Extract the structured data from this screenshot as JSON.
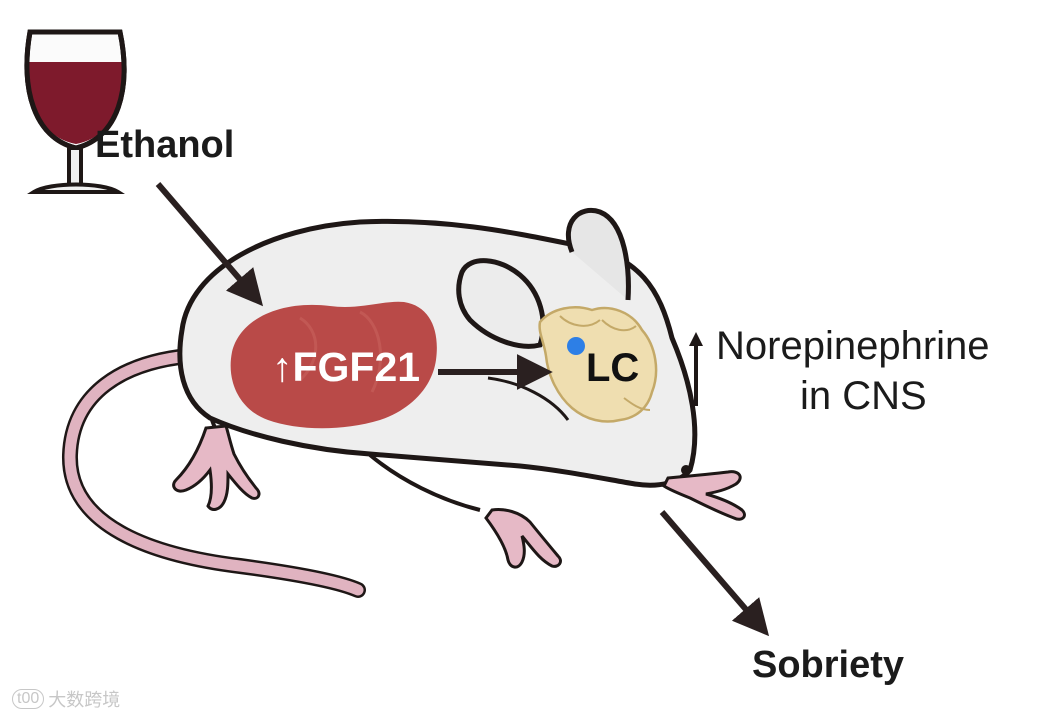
{
  "labels": {
    "ethanol": "Ethanol",
    "fgf21": "FGF21",
    "lc": "LC",
    "norepinephrine_line1": "Norepinephrine",
    "norepinephrine_line2": "in CNS",
    "sobriety": "Sobriety"
  },
  "watermark": {
    "mark": "t00",
    "text": "大数跨境"
  },
  "colors": {
    "wine": "#7e1a2c",
    "liver": "#b94a48",
    "brain": "#efdeb0",
    "lc_dot": "#2d7fe6",
    "mouse_body": "#eeeeee",
    "paw": "#e6b9c6",
    "tail": "#e0b3c0",
    "outline": "#1e1716"
  },
  "icons": [
    "wine-glass-icon",
    "mouse-illustration",
    "liver-organ",
    "brain-organ",
    "up-arrow-icon"
  ]
}
